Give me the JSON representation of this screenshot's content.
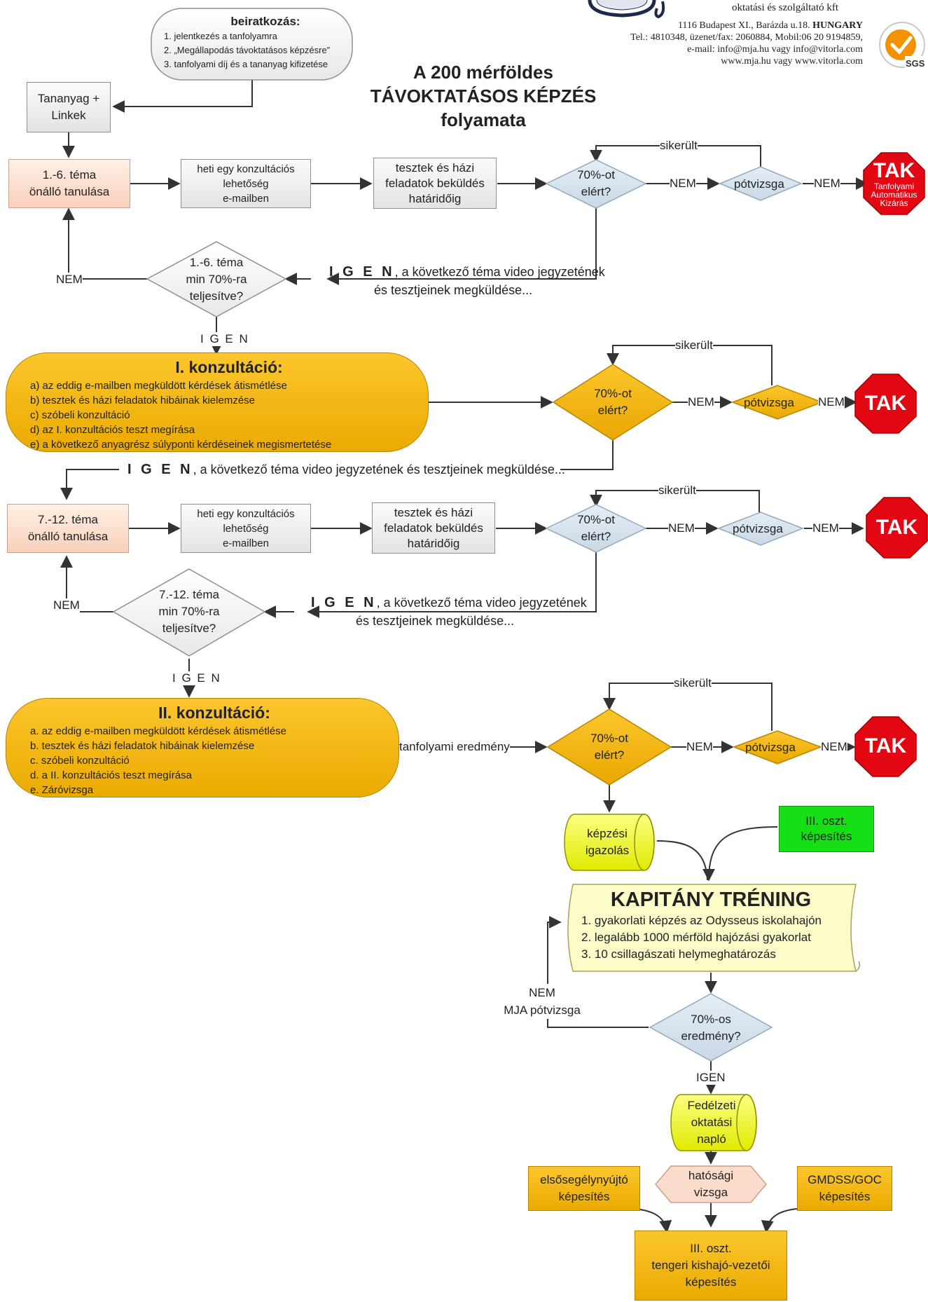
{
  "header": {
    "company_suffix": "oktatási és szolgáltató kft",
    "address": "1116 Budapest XI., Barázda u.18.",
    "country": "HUNGARY",
    "phones": "Tel.: 4810348, üzenet/fax: 2060884, Mobil:06 20 9194859,",
    "email": "e-mail: info@mja.hu vagy info@vitorla.com",
    "web": "www.mja.hu vagy www.vitorla.com",
    "cert_label": "SGS"
  },
  "title": {
    "line1": "A 200 mérföldes",
    "line2": "TÁVOKTATÁSOS KÉPZÉS",
    "line3": "folyamata"
  },
  "enroll": {
    "title": "beiratkozás:",
    "items": [
      "1. jelentkezés a tanfolyamra",
      "2. „Megállapodás távoktatásos képzésre”",
      "3. tanfolyami díj és a tananyag kifizetése"
    ]
  },
  "materials": {
    "line1": "Tananyag +",
    "line2": "Linkek"
  },
  "section1": {
    "study": {
      "line1": "1.-6. téma",
      "line2": "önálló tanulása"
    },
    "consult": {
      "line1": "heti egy konzultációs",
      "line2": "lehetőség",
      "line3": "e-mailben"
    },
    "tests": {
      "line1": "tesztek és házi",
      "line2": "feladatok beküldés",
      "line3": "határidőig"
    },
    "check": {
      "line1": "70%-ot",
      "line2": "elért?"
    },
    "sikerult": "sikerült",
    "nem1": "NEM",
    "retake": "pótvizsga",
    "nem2": "NEM",
    "tak": "TAK",
    "tak_sub": [
      "Tanfolyami",
      "Automatikus",
      "Kizárás"
    ],
    "decision": {
      "line1": "1.-6. téma",
      "line2": "min 70%-ra",
      "line3": "teljesítve?"
    },
    "nem_back": "NEM",
    "igen_bold": "I G E N",
    "igen_line1": ", a következő téma video jegyzetének",
    "igen_line2": "és tesztjeinek  megküldése...",
    "igen_down": "I G E N"
  },
  "consult1": {
    "title": "I. konzultáció:",
    "items": [
      "a)  az eddig e-mailben megküldött kérdések átismétlése",
      "b)  tesztek és házi feladatok hibáinak kielemzése",
      "c)   szóbeli konzultáció",
      "d)  az I. konzultációs teszt megírása",
      "e)  a következő anyagrész súlyponti kérdéseinek megismertetése"
    ],
    "check": {
      "line1": "70%-ot",
      "line2": "elért?"
    },
    "sikerult": "sikerült",
    "nem1": "NEM",
    "retake": "pótvizsga",
    "nem2": "NEM",
    "tak": "TAK",
    "igen_bold": "I G E N",
    "igen_text": ", a következő téma video jegyzetének és tesztjeinek  megküldése..."
  },
  "section2": {
    "study": {
      "line1": "7.-12. téma",
      "line2": "önálló tanulása"
    },
    "consult": {
      "line1": "heti egy konzultációs",
      "line2": "lehetőség",
      "line3": "e-mailben"
    },
    "tests": {
      "line1": "tesztek és házi",
      "line2": "feladatok beküldés",
      "line3": "határidőig"
    },
    "check": {
      "line1": "70%-ot",
      "line2": "elért?"
    },
    "sikerult": "sikerült",
    "nem1": "NEM",
    "retake": "pótvizsga",
    "nem2": "NEM",
    "tak": "TAK",
    "decision": {
      "line1": "7.-12. téma",
      "line2": "min 70%-ra",
      "line3": "teljesítve?"
    },
    "nem_back": "NEM",
    "igen_bold": "I G E N",
    "igen_line1": ", a következő téma video jegyzetének",
    "igen_line2": "és tesztjeinek  megküldése...",
    "igen_down": "I G E N"
  },
  "consult2": {
    "title": "II. konzultáció:",
    "items": [
      "a.  az eddig e-mailben megküldött kérdések átismétlése",
      "b.  tesztek és házi feladatok hibáinak kielemzése",
      "c.  szóbeli konzultáció",
      "d.  a II. konzultációs teszt megírása",
      "e.  Záróvizsga"
    ],
    "result_label": "tanfolyami eredmény",
    "check": {
      "line1": "70%-ot",
      "line2": "elért?"
    },
    "sikerult": "sikerült",
    "nem1": "NEM",
    "retake": "pótvizsga",
    "nem2": "NEM",
    "tak": "TAK"
  },
  "training": {
    "certificate": {
      "line1": "képzési",
      "line2": "igazolás"
    },
    "class3": {
      "line1": "III. oszt.",
      "line2": "képesítés"
    },
    "title": "KAPITÁNY TRÉNING",
    "items": [
      "1. gyakorlati  képzés az Odysseus iskolahajón",
      "2. legalább 1000 mérföld hajózási gyakorlat",
      "3. 10 csillagászati helymeghatározás"
    ],
    "nem_label": "NEM",
    "mja_retake": "MJA pótvizsga",
    "check": {
      "line1": "70%-os",
      "line2": "eredmény?"
    },
    "igen": "IGEN",
    "logbook": {
      "line1": "Fedélzeti",
      "line2": "oktatási",
      "line3": "napló"
    },
    "exam": {
      "line1": "hatósági",
      "line2": "vizsga"
    },
    "first_aid": {
      "line1": "elsősegélynyújtó",
      "line2": "képesítés"
    },
    "gmdss": {
      "line1": "GMDSS/GOC",
      "line2": "képesítés"
    },
    "final": {
      "line1": "III. oszt.",
      "line2": "tengeri kishajó-vezetői",
      "line3": "képesítés"
    }
  },
  "colors": {
    "orange": "#f1b40f",
    "peach": "#fbdcca",
    "gray_box": "#ececec",
    "diamond_blue": "#d6e3ee",
    "tak_red": "#e30613",
    "yellow": "#f0f520",
    "green": "#14e014",
    "note_yellow": "#fdfcc8"
  },
  "icons": [
    "company-seal-icon",
    "iso-certification-badge-icon",
    "tak-stop-sign-icon",
    "arrow-icon"
  ]
}
